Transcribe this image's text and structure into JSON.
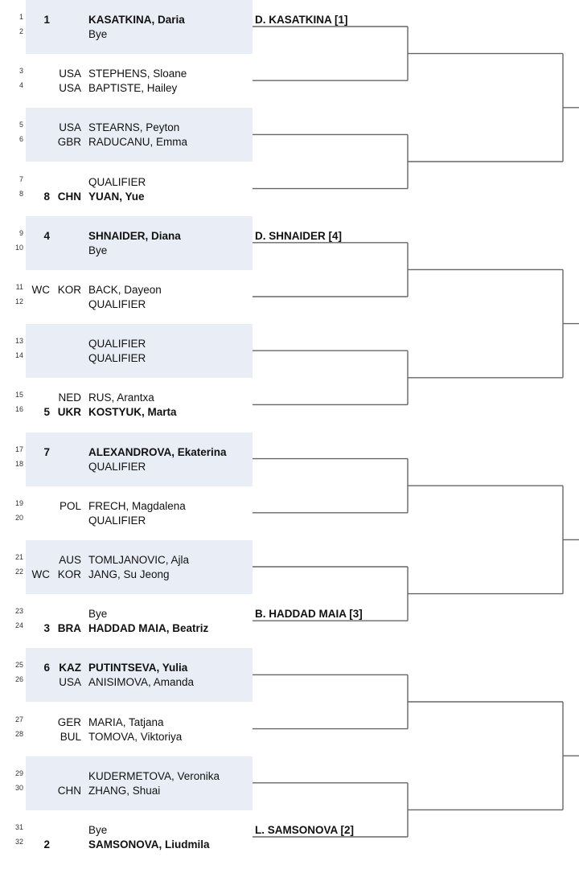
{
  "pairs": [
    {
      "players": [
        {
          "num": "1",
          "seed": "1",
          "country": "",
          "name": "KASATKINA, Daria",
          "bold": true
        },
        {
          "num": "2",
          "seed": "",
          "country": "",
          "name": "Bye",
          "bold": false
        }
      ],
      "winner": "D. KASATKINA [1]"
    },
    {
      "players": [
        {
          "num": "3",
          "seed": "",
          "country": "USA",
          "name": "STEPHENS, Sloane",
          "bold": false
        },
        {
          "num": "4",
          "seed": "",
          "country": "USA",
          "name": "BAPTISTE, Hailey",
          "bold": false
        }
      ],
      "winner": ""
    },
    {
      "players": [
        {
          "num": "5",
          "seed": "",
          "country": "USA",
          "name": "STEARNS, Peyton",
          "bold": false
        },
        {
          "num": "6",
          "seed": "",
          "country": "GBR",
          "name": "RADUCANU, Emma",
          "bold": false
        }
      ],
      "winner": ""
    },
    {
      "players": [
        {
          "num": "7",
          "seed": "",
          "country": "",
          "name": "QUALIFIER",
          "bold": false
        },
        {
          "num": "8",
          "seed": "8",
          "country": "CHN",
          "name": "YUAN, Yue",
          "bold": true
        }
      ],
      "winner": ""
    },
    {
      "players": [
        {
          "num": "9",
          "seed": "4",
          "country": "",
          "name": "SHNAIDER, Diana",
          "bold": true
        },
        {
          "num": "10",
          "seed": "",
          "country": "",
          "name": "Bye",
          "bold": false
        }
      ],
      "winner": "D. SHNAIDER [4]"
    },
    {
      "players": [
        {
          "num": "11",
          "seed": "WC",
          "country": "KOR",
          "name": "BACK, Dayeon",
          "bold": false
        },
        {
          "num": "12",
          "seed": "",
          "country": "",
          "name": "QUALIFIER",
          "bold": false
        }
      ],
      "winner": ""
    },
    {
      "players": [
        {
          "num": "13",
          "seed": "",
          "country": "",
          "name": "QUALIFIER",
          "bold": false
        },
        {
          "num": "14",
          "seed": "",
          "country": "",
          "name": "QUALIFIER",
          "bold": false
        }
      ],
      "winner": ""
    },
    {
      "players": [
        {
          "num": "15",
          "seed": "",
          "country": "NED",
          "name": "RUS, Arantxa",
          "bold": false
        },
        {
          "num": "16",
          "seed": "5",
          "country": "UKR",
          "name": "KOSTYUK, Marta",
          "bold": true
        }
      ],
      "winner": ""
    },
    {
      "players": [
        {
          "num": "17",
          "seed": "7",
          "country": "",
          "name": "ALEXANDROVA, Ekaterina",
          "bold": true
        },
        {
          "num": "18",
          "seed": "",
          "country": "",
          "name": "QUALIFIER",
          "bold": false
        }
      ],
      "winner": ""
    },
    {
      "players": [
        {
          "num": "19",
          "seed": "",
          "country": "POL",
          "name": "FRECH, Magdalena",
          "bold": false
        },
        {
          "num": "20",
          "seed": "",
          "country": "",
          "name": "QUALIFIER",
          "bold": false
        }
      ],
      "winner": ""
    },
    {
      "players": [
        {
          "num": "21",
          "seed": "",
          "country": "AUS",
          "name": "TOMLJANOVIC, Ajla",
          "bold": false
        },
        {
          "num": "22",
          "seed": "WC",
          "country": "KOR",
          "name": "JANG, Su Jeong",
          "bold": false
        }
      ],
      "winner": ""
    },
    {
      "players": [
        {
          "num": "23",
          "seed": "",
          "country": "",
          "name": "Bye",
          "bold": false
        },
        {
          "num": "24",
          "seed": "3",
          "country": "BRA",
          "name": "HADDAD MAIA, Beatriz",
          "bold": true
        }
      ],
      "winner": "B. HADDAD MAIA [3]"
    },
    {
      "players": [
        {
          "num": "25",
          "seed": "6",
          "country": "KAZ",
          "name": "PUTINTSEVA, Yulia",
          "bold": true
        },
        {
          "num": "26",
          "seed": "",
          "country": "USA",
          "name": "ANISIMOVA, Amanda",
          "bold": false
        }
      ],
      "winner": ""
    },
    {
      "players": [
        {
          "num": "27",
          "seed": "",
          "country": "GER",
          "name": "MARIA, Tatjana",
          "bold": false
        },
        {
          "num": "28",
          "seed": "",
          "country": "BUL",
          "name": "TOMOVA, Viktoriya",
          "bold": false
        }
      ],
      "winner": ""
    },
    {
      "players": [
        {
          "num": "29",
          "seed": "",
          "country": "",
          "name": "KUDERMETOVA, Veronika",
          "bold": false
        },
        {
          "num": "30",
          "seed": "",
          "country": "CHN",
          "name": "ZHANG, Shuai",
          "bold": false
        }
      ],
      "winner": ""
    },
    {
      "players": [
        {
          "num": "31",
          "seed": "",
          "country": "",
          "name": "Bye",
          "bold": false
        },
        {
          "num": "32",
          "seed": "2",
          "country": "",
          "name": "SAMSONOVA, Liudmila",
          "bold": true
        }
      ],
      "winner": "L. SAMSONOVA [2]"
    }
  ],
  "colors": {
    "shade": "#e9eef6",
    "line": "#666666"
  }
}
